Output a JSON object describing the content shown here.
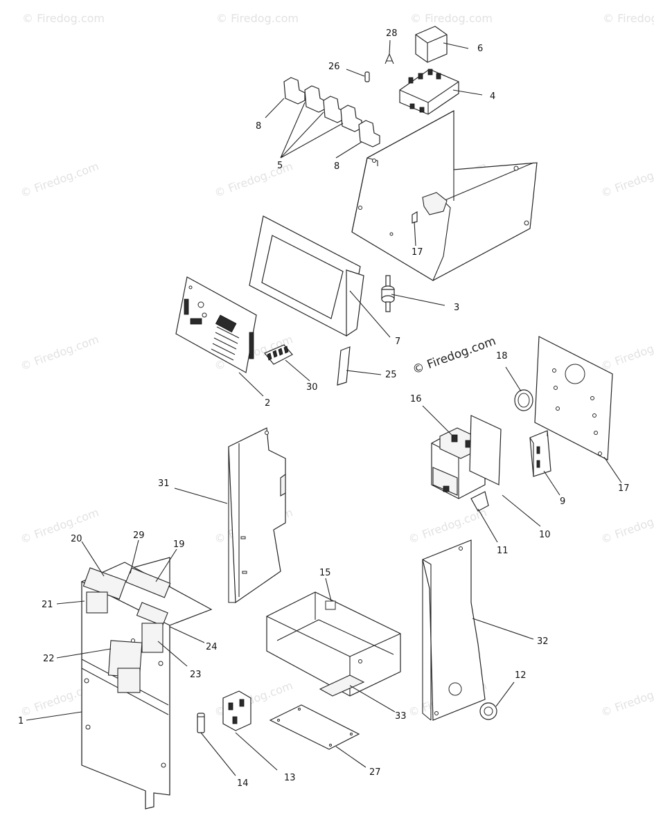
{
  "watermark": {
    "text": "© Firedog.com"
  },
  "callouts": [
    {
      "id": "c28",
      "label": "28"
    },
    {
      "id": "c6",
      "label": "6"
    },
    {
      "id": "c26",
      "label": "26"
    },
    {
      "id": "c4",
      "label": "4"
    },
    {
      "id": "c8a",
      "label": "8"
    },
    {
      "id": "c5",
      "label": "5"
    },
    {
      "id": "c8b",
      "label": "8"
    },
    {
      "id": "c17a",
      "label": "17"
    },
    {
      "id": "c3",
      "label": "3"
    },
    {
      "id": "c7",
      "label": "7"
    },
    {
      "id": "c2",
      "label": "2"
    },
    {
      "id": "c30",
      "label": "30"
    },
    {
      "id": "c25",
      "label": "25"
    },
    {
      "id": "c18",
      "label": "18"
    },
    {
      "id": "c16",
      "label": "16"
    },
    {
      "id": "c17b",
      "label": "17"
    },
    {
      "id": "c9",
      "label": "9"
    },
    {
      "id": "c10",
      "label": "10"
    },
    {
      "id": "c11",
      "label": "11"
    },
    {
      "id": "c31",
      "label": "31"
    },
    {
      "id": "c20",
      "label": "20"
    },
    {
      "id": "c29",
      "label": "29"
    },
    {
      "id": "c19",
      "label": "19"
    },
    {
      "id": "c21",
      "label": "21"
    },
    {
      "id": "c24",
      "label": "24"
    },
    {
      "id": "c22",
      "label": "22"
    },
    {
      "id": "c23",
      "label": "23"
    },
    {
      "id": "c15",
      "label": "15"
    },
    {
      "id": "c32",
      "label": "32"
    },
    {
      "id": "c12",
      "label": "12"
    },
    {
      "id": "c1",
      "label": "1"
    },
    {
      "id": "c33",
      "label": "33"
    },
    {
      "id": "c14",
      "label": "14"
    },
    {
      "id": "c13",
      "label": "13"
    },
    {
      "id": "c27",
      "label": "27"
    }
  ]
}
